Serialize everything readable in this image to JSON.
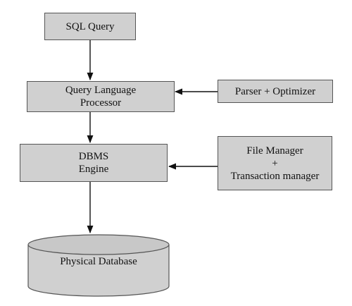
{
  "diagram": {
    "sql_query": "SQL Query",
    "qlp_line1": "Query Language",
    "qlp_line2": "Processor",
    "parser": "Parser + Optimizer",
    "engine_line1": "DBMS",
    "engine_line2": "Engine",
    "fm_line1": "File Manager",
    "fm_line2": "+",
    "fm_line3": "Transaction manager",
    "database": "Physical Database"
  },
  "colors": {
    "box_fill": "#d0d0d0",
    "stroke": "#111111"
  }
}
